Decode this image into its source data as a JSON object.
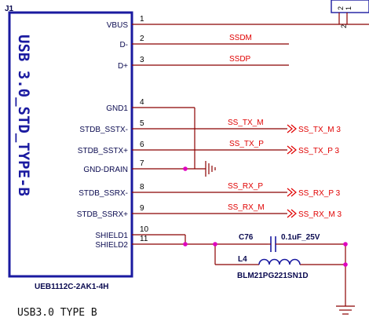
{
  "component": {
    "refdes": "J1",
    "body_label": "USB 3.0_STD_TYPE-B",
    "part_number": "UEB1112C-2AK1-4H",
    "pins": [
      {
        "num": "1",
        "name": "VBUS",
        "net": ""
      },
      {
        "num": "2",
        "name": "D-",
        "net": "SSDM"
      },
      {
        "num": "3",
        "name": "D+",
        "net": "SSDP"
      },
      {
        "num": "4",
        "name": "GND1",
        "net": ""
      },
      {
        "num": "5",
        "name": "STDB_SSTX-",
        "net": "SS_TX_M"
      },
      {
        "num": "6",
        "name": "STDB_SSTX+",
        "net": "SS_TX_P"
      },
      {
        "num": "7",
        "name": "GND-DRAIN",
        "net": ""
      },
      {
        "num": "8",
        "name": "STDB_SSRX-",
        "net": "SS_RX_P"
      },
      {
        "num": "9",
        "name": "STDB_SSRX+",
        "net": "SS_RX_M"
      },
      {
        "num": "10",
        "name": "SHIELD1",
        "net": ""
      },
      {
        "num": "11",
        "name": "SHIELD2",
        "net": ""
      }
    ]
  },
  "offpage": [
    {
      "label": "SS_TX_M 3"
    },
    {
      "label": "SS_TX_P 3"
    },
    {
      "label": "SS_RX_P 3"
    },
    {
      "label": "SS_RX_M 3"
    }
  ],
  "capacitor": {
    "ref": "C76",
    "value": "0.1uF_25V"
  },
  "inductor": {
    "ref": "L4",
    "value": "BLM21PG221SN1D"
  },
  "connector_corner": {
    "pin_a": "2",
    "pin_b": "1"
  },
  "caption": "USB3.0 TYPE B",
  "colors": {
    "body_outline": "#1a1aa0",
    "wire": "#8b0000",
    "net_label": "#e00000",
    "junction": "#e000c0",
    "pin_number": "#000000",
    "pin_name": "#0a0a50"
  }
}
